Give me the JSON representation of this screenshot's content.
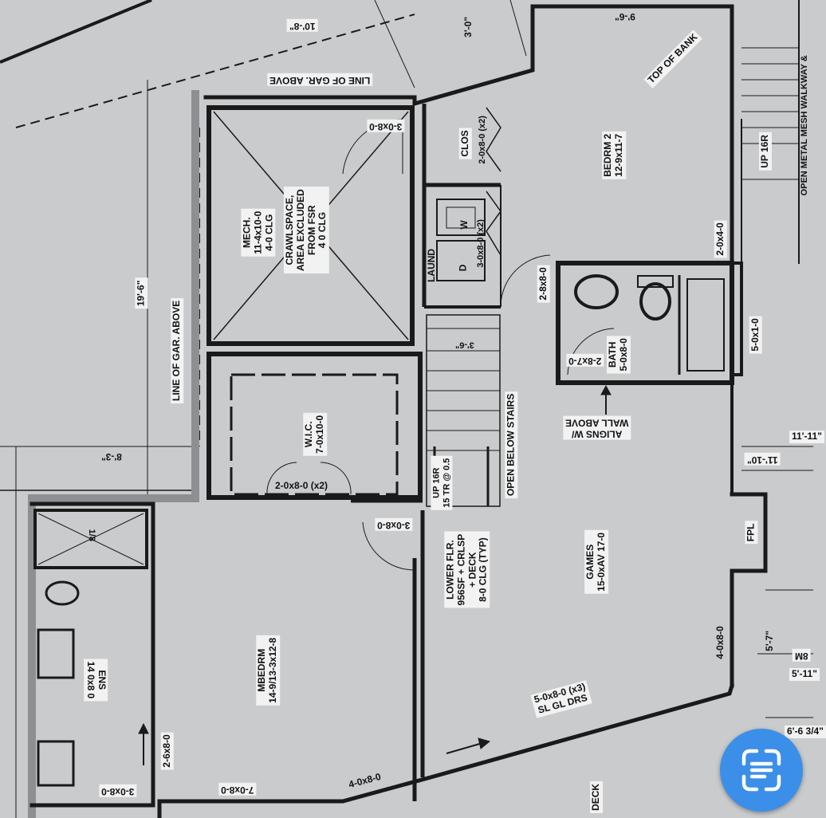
{
  "rooms": {
    "mech": [
      "MECH.",
      "11-4x10-0",
      "4-0 CLG"
    ],
    "crawl": [
      "CRAWLSPACE,",
      "AREA EXCLUDED",
      "FROM FSR",
      "4 0 CLG"
    ],
    "bedrm2": [
      "BEDRM 2",
      "12-9x11-7"
    ],
    "clos": "CLOS",
    "laund": "LAUND",
    "washer": "W",
    "dryer": "D",
    "bath": [
      "BATH",
      "5-0x8-0"
    ],
    "wic": [
      "W.I.C.",
      "7-0x10-0"
    ],
    "games": [
      "GAMES",
      "15-0xAV 17-0"
    ],
    "mbedrm": [
      "MBEDRM",
      "14-9/13-3x12-8"
    ],
    "ensuite": [
      "ENS",
      "14 0x8 0"
    ],
    "lower_flr": [
      "LOWER FLR.",
      "956SF + CRLSP",
      "+ DECK",
      "8-0 CLG (TYP)"
    ],
    "fpl": "FPL",
    "deck": "DECK"
  },
  "annotations": {
    "line_of_gar_above_top": "LINE OF GAR. ABOVE",
    "line_of_gar_above_left": "LINE OF GAR. ABOVE",
    "top_of_bank": "TOP OF BANK",
    "open_below_stairs": "OPEN BELOW STAIRS",
    "aligns_wall": [
      "ALIGNS W/",
      "WALL ABOVE"
    ],
    "up_stairs": [
      "UP 16R",
      "15 TR @ 0.5"
    ],
    "up_right": "UP 16R",
    "open_walkway": "OPEN METAL MESH WALKWAY &"
  },
  "doors": {
    "d_3_0x8_0_mech": "3-0x8-0",
    "d_2_0x8_0_clos": "2-0x8-0 (x2)",
    "d_3_0x8_0_laund": "3-0x8-0 (x2)",
    "d_2_8x8_0": "2-8x8-0",
    "d_2_8x7_0": "2-8x7-0",
    "d_2_0x8_0_wic": "2-0x8-0 (x2)",
    "d_3_0x8_0_games": "3-0x8-0",
    "d_2_6x8_0": "2-6x8-0",
    "d_3_0x8_0_ens": "3-0x8-0",
    "d_7_0x8_0": "7-0x8-0",
    "d_4_0x8_0_bottom": "4-0x8-0",
    "d_sliding": [
      "5-0x8-0 (x3)",
      "SL GL DRS"
    ],
    "d_4_0x8_0_right": "4-0x8-0",
    "d_2_0x4_0": "2-0x4-0",
    "d_5_0x1_0": "5-0x1-0"
  },
  "dimensions": {
    "top_10_8": "10'-8\"",
    "top_3_0": "3'-0\"",
    "top_9_6": "9'-6\"",
    "left_19_6": "19'-6\"",
    "left_8_3": "8'-3\"",
    "stair_3_6": "3'-6\"",
    "right_11": "11'-11\"",
    "right_11_10": "11'-10\"",
    "right_5_7": "5'-7\"",
    "right_5_11": "5'-11\"",
    "right_6_3": "6'-6 3/4\"",
    "right_8m": "8M"
  },
  "colors": {
    "paper": "#c9cbcd",
    "wall": "#1a1a1a",
    "label_bg": "#f2f2f2",
    "accent": "#3b8fe8"
  },
  "icons": {
    "scan_button": "text-scan-icon"
  }
}
